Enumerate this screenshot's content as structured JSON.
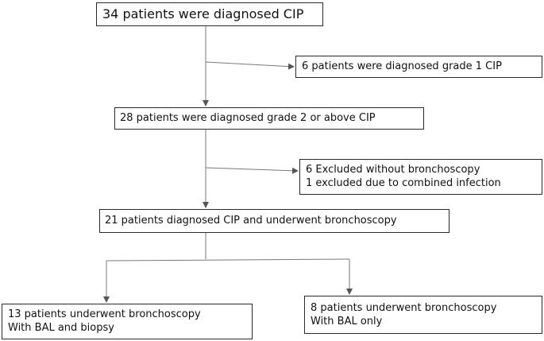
{
  "flowchart": {
    "total_diagnosed": "34 patients were diagnosed CIP",
    "grade1": "6 patients were diagnosed grade 1 CIP",
    "grade2_above": "28 patients were diagnosed grade 2 or above CIP",
    "excluded": {
      "line1": "6 Excluded without bronchoscopy",
      "line2": "1 excluded due to combined infection"
    },
    "underwent": "21 patients diagnosed CIP and underwent bronchoscopy",
    "bal_biopsy": {
      "line1": "13 patients underwent bronchoscopy",
      "line2": "With BAL and biopsy"
    },
    "bal_only": {
      "line1": "8 patients underwent bronchoscopy",
      "line2": "With BAL only"
    }
  },
  "colors": {
    "line": "#7a7a7a",
    "border": "#2b2b2b",
    "text": "#111111"
  }
}
